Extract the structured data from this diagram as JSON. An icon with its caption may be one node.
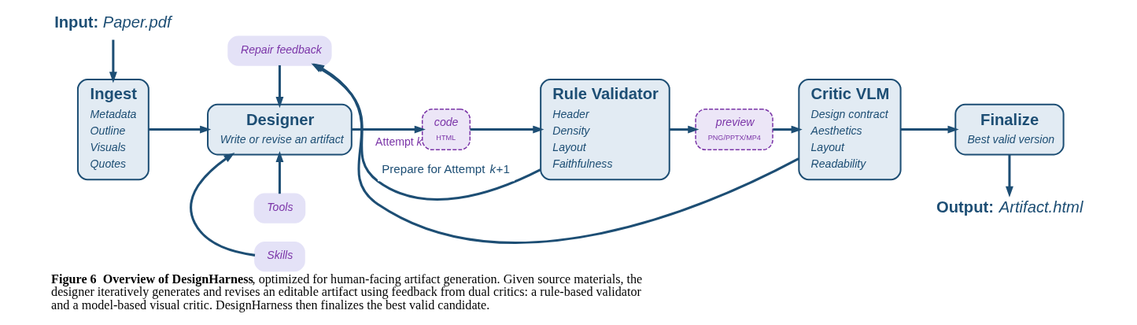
{
  "diagram": {
    "caption": "**Figure 6  Overview of DesignHarness**, optimized for human-facing artifact generation. Given source materials, the designer iteratively generates and revises an editable artifact using feedback from dual critics: a rule-based validator and a model-based visual critic. DesignHarness then finalizes the best valid candidate.",
    "nodes": [
      {
        "text": [
          "**Input:** *Paper.pdf*"
        ]
      },
      {
        "text": [
          "Ingest",
          "Metadata",
          "Outline",
          "Visuals",
          "Quotes"
        ]
      },
      {
        "text": [
          "Repair feedback"
        ]
      },
      {
        "text": [
          "Designer",
          "Write or revise an artifact"
        ]
      },
      {
        "text": [
          "Tools"
        ]
      },
      {
        "text": [
          "Skills"
        ]
      },
      {
        "text": [
          "code",
          "HTML"
        ],
        "beside": [
          "Attempt *k*"
        ]
      },
      {
        "text": [
          "Rule Validator",
          "Header",
          "Density",
          "Layout",
          "Faithfulness"
        ]
      },
      {
        "text": [
          "preview",
          "PNG/PPTX/MP4"
        ]
      },
      {
        "text": [
          "Critic VLM",
          "Design contract",
          "Aesthetics",
          "Layout",
          "Readability"
        ]
      },
      {
        "text": [
          "Finalize",
          "Best valid version"
        ]
      },
      {
        "text": [
          "**Output:** *Artifact.html*"
        ]
      }
    ],
    "edges": [
      {
        "from": 0,
        "to": 1,
        "arrow": "to"
      },
      {
        "from": 1,
        "to": 3,
        "arrow": "to"
      },
      {
        "from": 2,
        "to": 3,
        "arrow": "to"
      },
      {
        "from": 4,
        "to": 3,
        "arrow": "to"
      },
      {
        "from": 5,
        "to": 3,
        "arrow": "to"
      },
      {
        "from": 3,
        "to": 6,
        "arrow": "to"
      },
      {
        "from": 6,
        "to": 7,
        "arrow": "to"
      },
      {
        "from": 7,
        "to": 8,
        "arrow": "to"
      },
      {
        "from": 8,
        "to": 9,
        "arrow": "to"
      },
      {
        "from": 9,
        "to": 10,
        "arrow": "to"
      },
      {
        "from": 10,
        "to": 11,
        "arrow": "to"
      },
      {
        "from": 7,
        "to": 2,
        "arrow": "to",
        "label": "Prepare for Attempt *k*+1"
      },
      {
        "from": 9,
        "to": 2,
        "arrow": "to"
      }
    ]
  }
}
